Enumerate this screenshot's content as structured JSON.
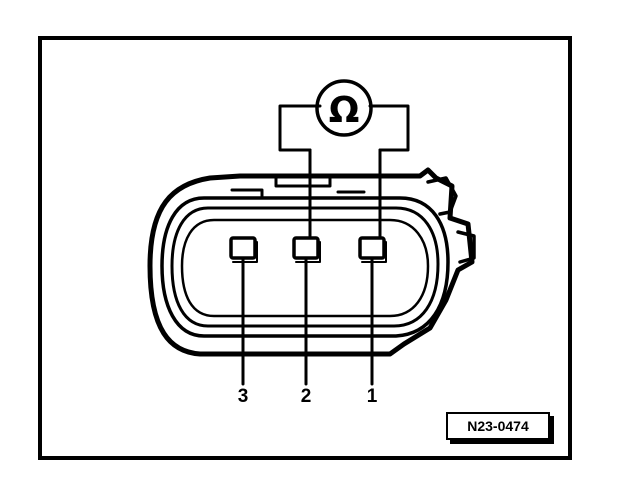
{
  "diagram": {
    "meter_symbol": "Ω",
    "pins": [
      {
        "label": "3"
      },
      {
        "label": "2"
      },
      {
        "label": "1"
      }
    ],
    "reference_code": "N23-0474"
  }
}
